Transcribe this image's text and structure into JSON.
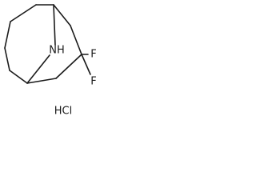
{
  "molecule": {
    "atoms": {
      "nitrogen": "NH",
      "fluorine_top": "F",
      "fluorine_bottom": "F"
    },
    "salt": "HCl"
  }
}
